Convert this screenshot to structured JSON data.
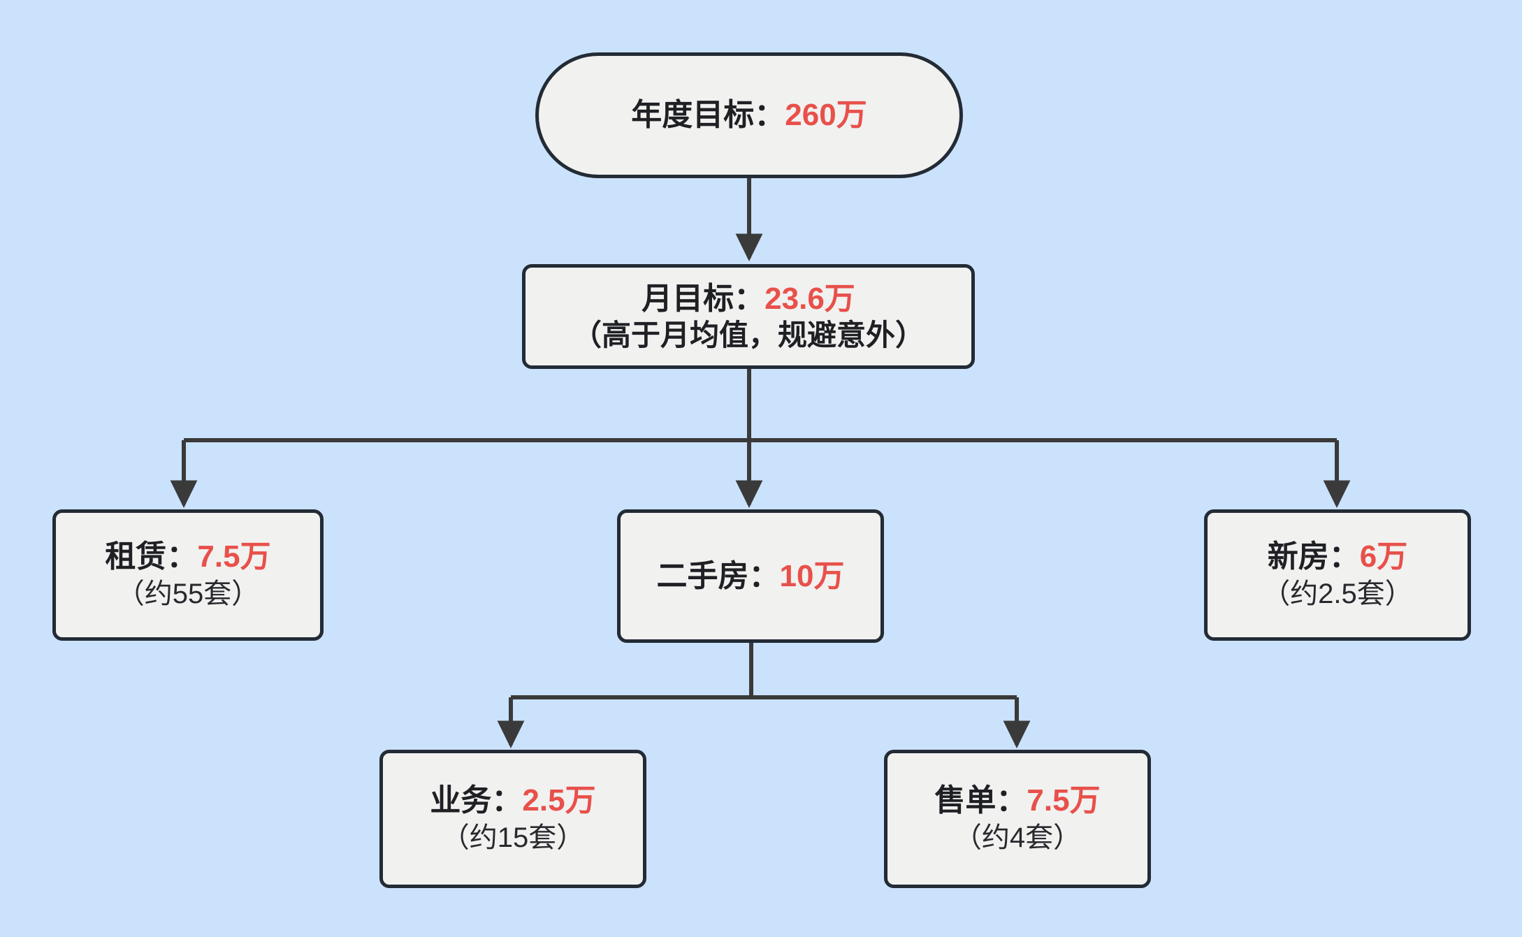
{
  "canvas": {
    "background_color": "#cbe2fc",
    "node_fill_color": "#f1f1f0",
    "node_border_color": "#232b35",
    "accent_color": "#e8504a",
    "text_color": "#1f2024"
  },
  "diagram": {
    "type": "flowchart",
    "direction": "top-down",
    "nodes": [
      {
        "id": "annual",
        "shape": "stadium",
        "label_prefix": "年度目标：",
        "label_value": "260万",
        "sub": "",
        "sub_style": "none"
      },
      {
        "id": "monthly",
        "shape": "rounded-rect",
        "label_prefix": "月目标：",
        "label_value": "23.6万",
        "sub": "（高于月均值，规避意外）",
        "sub_style": "bold"
      },
      {
        "id": "rental",
        "shape": "rounded-rect",
        "label_prefix": "租赁：",
        "label_value": "7.5万",
        "sub": "（约55套）",
        "sub_style": "regular"
      },
      {
        "id": "resale",
        "shape": "rounded-rect",
        "label_prefix": "二手房：",
        "label_value": "10万",
        "sub": "",
        "sub_style": "none"
      },
      {
        "id": "newhouse",
        "shape": "rounded-rect",
        "label_prefix": "新房：",
        "label_value": "6万",
        "sub": "（约2.5套）",
        "sub_style": "regular"
      },
      {
        "id": "business",
        "shape": "rounded-rect",
        "label_prefix": "业务：",
        "label_value": "2.5万",
        "sub": "（约15套）",
        "sub_style": "regular"
      },
      {
        "id": "closing",
        "shape": "rounded-rect",
        "label_prefix": "售单：",
        "label_value": "7.5万",
        "sub": "（约4套）",
        "sub_style": "regular"
      }
    ],
    "edges": [
      {
        "from": "annual",
        "to": "monthly",
        "style": "straight-arrow"
      },
      {
        "from": "monthly",
        "to": "rental",
        "style": "elbow-arrow"
      },
      {
        "from": "monthly",
        "to": "resale",
        "style": "straight-arrow"
      },
      {
        "from": "monthly",
        "to": "newhouse",
        "style": "elbow-arrow"
      },
      {
        "from": "resale",
        "to": "business",
        "style": "elbow-arrow"
      },
      {
        "from": "resale",
        "to": "closing",
        "style": "elbow-arrow"
      }
    ]
  }
}
